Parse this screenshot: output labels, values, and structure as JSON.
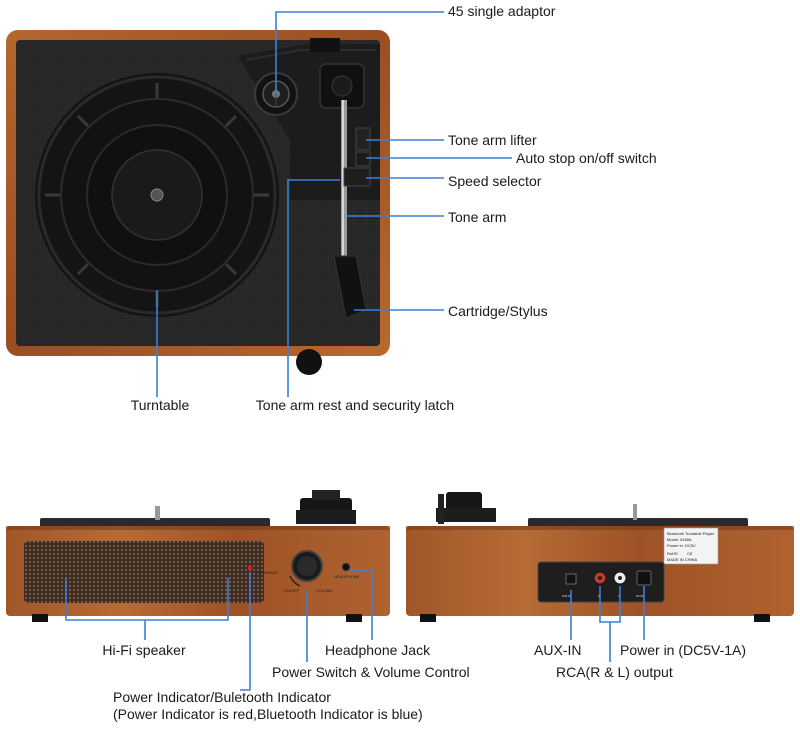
{
  "top_labels": {
    "single_adaptor": "45 single adaptor",
    "tone_arm_lifter": "Tone arm lifter",
    "auto_stop": "Auto stop on/off switch",
    "speed_selector": "Speed selector",
    "tone_arm": "Tone arm",
    "cartridge": "Cartridge/Stylus",
    "turntable": "Turntable",
    "arm_rest": "Tone arm rest and security latch"
  },
  "front_labels": {
    "speaker": "Hi-Fi speaker",
    "headphone": "Headphone Jack",
    "power_volume": "Power Switch & Volume Control",
    "indicator_line1": "Power Indicator/Buletooth Indicator",
    "indicator_line2": "(Power Indicator is red,Bluetooth Indicator is blue)"
  },
  "back_labels": {
    "aux": "AUX-IN",
    "power_in": "Power in (DC5V-1A)",
    "rca": "RCA(R & L) output"
  },
  "device_text": {
    "panel_power": "POWER/BT",
    "panel_on": "ON/OFF",
    "panel_volume": "VOLUME",
    "panel_headphone": "HEADPHONE",
    "plate_title": "Bluetooth Turntable Player",
    "plate_model": "Model: 5455A",
    "plate_power": "Power In: DC5V",
    "plate_rohs": "RoHS",
    "plate_ce": "CE",
    "plate_origin": "MADE IN CHINA",
    "jack_aux": "AUX IN",
    "jack_r": "R",
    "jack_l": "L",
    "jack_dc": "DC 5V"
  },
  "colors": {
    "wood": "#a75a2c",
    "wood_dark": "#7a3c18",
    "deck": "#232323",
    "platter": "#161616",
    "leader": "#3d7fd6"
  }
}
